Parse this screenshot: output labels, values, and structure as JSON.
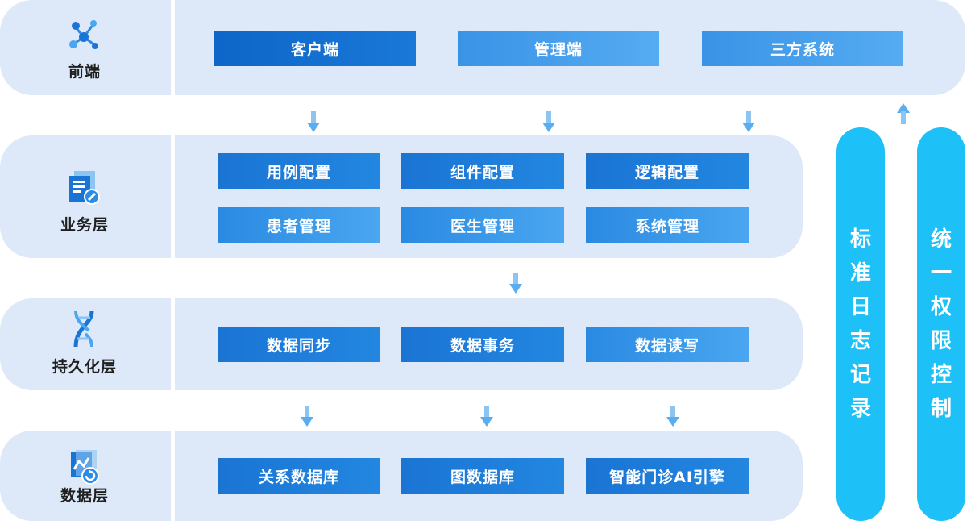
{
  "colors": {
    "band": "#dde9f8",
    "box_dark": "#1a74d4",
    "box_light": "#4aa6f0",
    "pill": "#1ec1f7",
    "arrow": "#4aa6f0"
  },
  "layers": {
    "frontend": {
      "label": "前端",
      "icon": "molecule-icon",
      "items": [
        "客户端",
        "管理端",
        "三方系统"
      ]
    },
    "business": {
      "label": "业务层",
      "icon": "document-icon",
      "items": [
        "用例配置",
        "组件配置",
        "逻辑配置",
        "患者管理",
        "医生管理",
        "系统管理"
      ]
    },
    "persistence": {
      "label": "持久化层",
      "icon": "dna-icon",
      "items": [
        "数据同步",
        "数据事务",
        "数据读写"
      ]
    },
    "data": {
      "label": "数据层",
      "icon": "database-icon",
      "items": [
        "关系数据库",
        "图数据库",
        "智能门诊AI引擎"
      ]
    }
  },
  "side_pills": {
    "logging": [
      "标",
      "准",
      "日",
      "志",
      "记",
      "录"
    ],
    "auth": [
      "统",
      "一",
      "权",
      "限",
      "控",
      "制"
    ]
  }
}
